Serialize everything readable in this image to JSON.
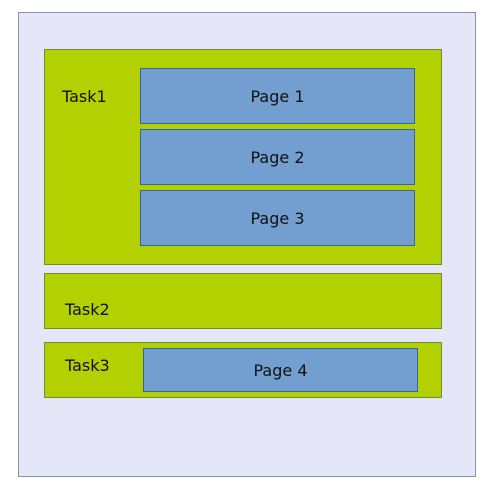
{
  "colors": {
    "background_panel": "#e6e6f9",
    "task_fill": "#b3d000",
    "page_fill": "#729fcf",
    "page_border": "#3465a4"
  },
  "tasks": [
    {
      "label": "Task1",
      "pages": [
        "Page 1",
        "Page 2",
        "Page 3"
      ]
    },
    {
      "label": "Task2",
      "pages": []
    },
    {
      "label": "Task3",
      "pages": [
        "Page 4"
      ]
    }
  ]
}
